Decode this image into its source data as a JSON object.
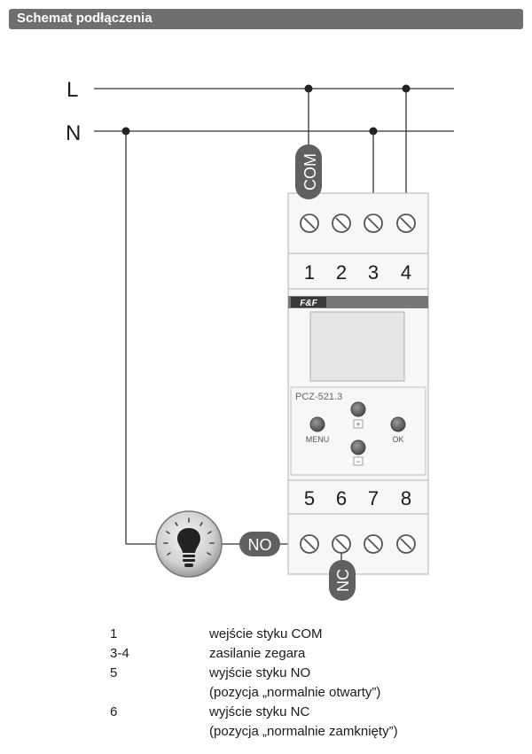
{
  "header": {
    "title": "Schemat podłączenia"
  },
  "lines": {
    "L": "L",
    "N": "N"
  },
  "device": {
    "brand": "F&F",
    "model": "PCZ-521.3",
    "top_terminals": [
      "1",
      "2",
      "3",
      "4"
    ],
    "bottom_terminals": [
      "5",
      "6",
      "7",
      "8"
    ],
    "buttons": {
      "plus": "+",
      "minus": "−",
      "menu": "MENU",
      "ok": "OK"
    }
  },
  "contacts": {
    "com": "COM",
    "no": "NO",
    "nc": "NC"
  },
  "legend": [
    {
      "num": "1",
      "desc": "wejście styku COM"
    },
    {
      "num": "3-4",
      "desc": "zasilanie zegara"
    },
    {
      "num": "5",
      "desc": "wyjście styku NO"
    },
    {
      "num": "",
      "desc": "(pozycja „normalnie otwarty”)"
    },
    {
      "num": "6",
      "desc": "wyjście styku NC"
    },
    {
      "num": "",
      "desc": "(pozycja „normalnie zamknięty”)"
    }
  ]
}
